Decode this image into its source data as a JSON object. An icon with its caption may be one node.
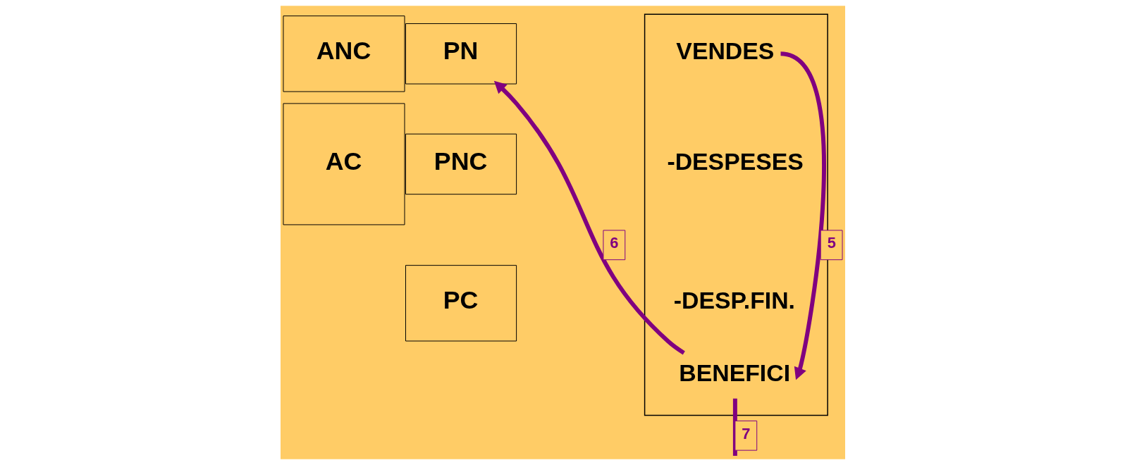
{
  "diagram": {
    "nodes": [
      {
        "text": [
          "ANC"
        ]
      },
      {
        "text": [
          "AC"
        ]
      },
      {
        "text": [
          "PN"
        ]
      },
      {
        "text": [
          "PNC"
        ]
      },
      {
        "text": [
          "PC"
        ]
      },
      {
        "text": [],
        "shape": "box"
      },
      {
        "text": [
          "VENDES"
        ],
        "in": 5
      },
      {
        "text": [
          "-DESPESES"
        ],
        "in": 5
      },
      {
        "text": [
          "-DESP.FIN."
        ],
        "in": 5
      },
      {
        "text": [
          "BENEFICI"
        ],
        "in": 5
      }
    ],
    "edges": [
      {
        "from": 6,
        "to": 9,
        "arrow": "to",
        "label": "5"
      },
      {
        "from": 9,
        "to": 2,
        "arrow": "to",
        "label": "6"
      },
      {
        "from": 9,
        "to": null,
        "arrow": "none",
        "label": "7"
      }
    ]
  }
}
